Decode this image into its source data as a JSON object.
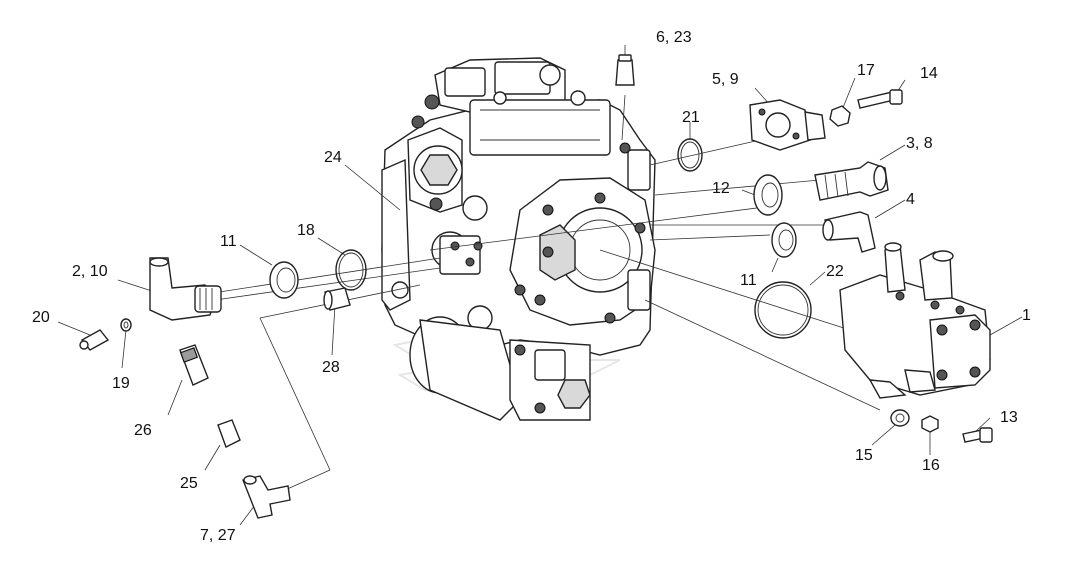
{
  "callouts": [
    {
      "id": "1",
      "text": "1"
    },
    {
      "id": "2_10",
      "text": "2, 10"
    },
    {
      "id": "3_8",
      "text": "3, 8"
    },
    {
      "id": "4",
      "text": "4"
    },
    {
      "id": "5_9",
      "text": "5, 9"
    },
    {
      "id": "6_23",
      "text": "6, 23"
    },
    {
      "id": "7_27",
      "text": "7, 27"
    },
    {
      "id": "11a",
      "text": "11"
    },
    {
      "id": "11b",
      "text": "11"
    },
    {
      "id": "12",
      "text": "12"
    },
    {
      "id": "13",
      "text": "13"
    },
    {
      "id": "14",
      "text": "14"
    },
    {
      "id": "15",
      "text": "15"
    },
    {
      "id": "16",
      "text": "16"
    },
    {
      "id": "17",
      "text": "17"
    },
    {
      "id": "18",
      "text": "18"
    },
    {
      "id": "19",
      "text": "19"
    },
    {
      "id": "20",
      "text": "20"
    },
    {
      "id": "21",
      "text": "21"
    },
    {
      "id": "22",
      "text": "22"
    },
    {
      "id": "24",
      "text": "24"
    },
    {
      "id": "25",
      "text": "25"
    },
    {
      "id": "26",
      "text": "26"
    },
    {
      "id": "28",
      "text": "28"
    }
  ]
}
